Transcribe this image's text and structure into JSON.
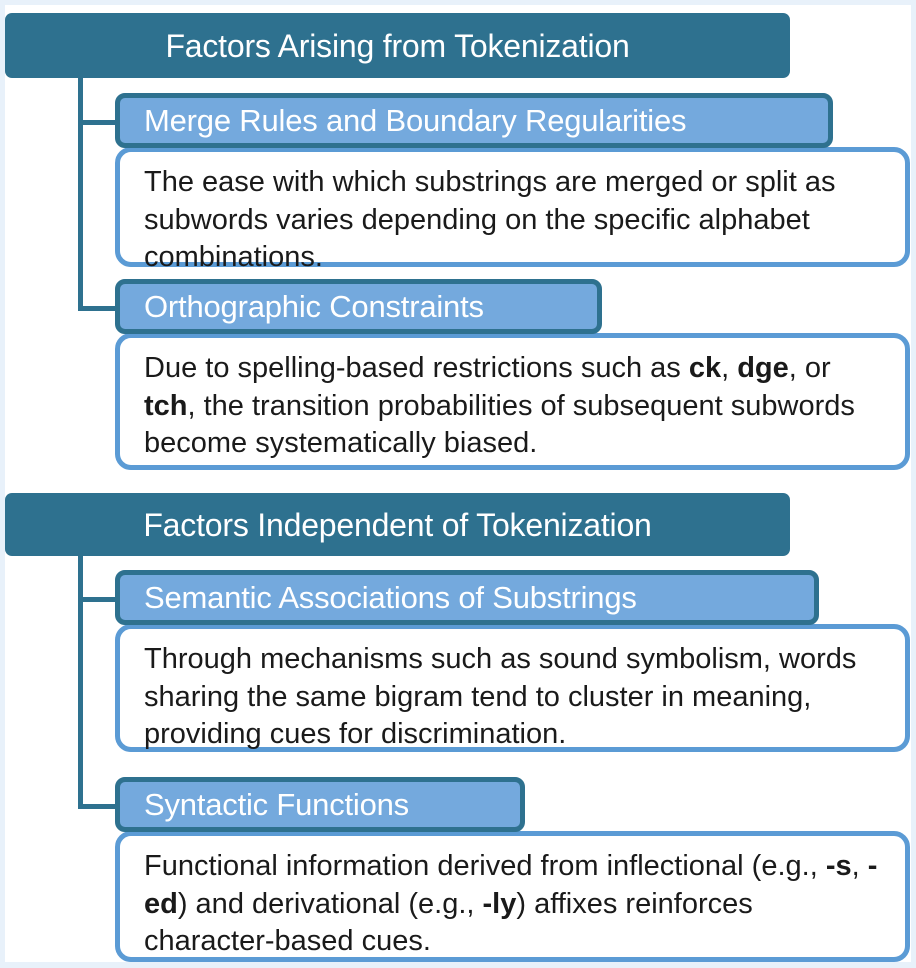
{
  "diagram": {
    "title_semantic": "taxonomy-of-factors-in-tokenization",
    "colors": {
      "section_header_fill": "#2e718f",
      "sub_header_fill": "#74a9dd",
      "sub_header_border": "#2e718f",
      "body_card_border": "#5b9bd5",
      "body_card_fill": "#ffffff",
      "page_background": "#e8f1fa",
      "body_text": "#1a1a1a",
      "header_text": "#ffffff"
    },
    "sections": [
      {
        "id": "factors-arising-from-tokenization",
        "header": "Factors Arising from Tokenization",
        "items": [
          {
            "id": "merge-rules-and-boundary-regularities",
            "title": "Merge Rules and Boundary Regularities",
            "body": "The ease with which substrings are merged or split as subwords varies depending on the specific alphabet combinations.",
            "bold_terms": []
          },
          {
            "id": "orthographic-constraints",
            "title": "Orthographic Constraints",
            "body": "Due to spelling-based restrictions such as ck, dge, or tch, the transition probabilities of subsequent subwords become systematically biased.",
            "bold_terms": [
              "ck",
              "dge",
              "tch"
            ]
          }
        ]
      },
      {
        "id": "factors-independent-of-tokenization",
        "header": "Factors Independent of Tokenization",
        "items": [
          {
            "id": "semantic-associations-of-substrings",
            "title": "Semantic Associations of Substrings",
            "body": "Through mechanisms such as sound symbolism, words sharing the same bigram tend to cluster in meaning, providing cues for discrimination.",
            "bold_terms": []
          },
          {
            "id": "syntactic-functions",
            "title": "Syntactic Functions",
            "body": "Functional information derived from inflectional (e.g., -s, -ed) and derivational (e.g., -ly) affixes reinforces character-based cues.",
            "bold_terms": [
              "-s",
              "-ed",
              "-ly"
            ]
          }
        ]
      }
    ]
  }
}
